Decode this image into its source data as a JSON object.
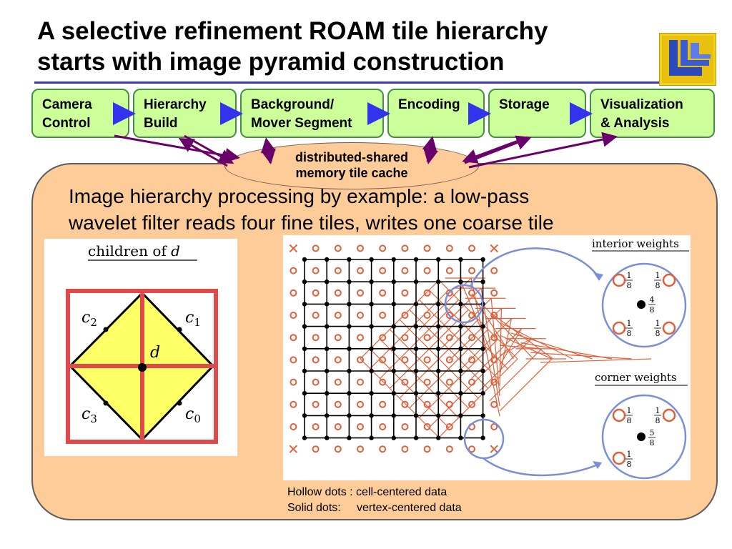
{
  "slide": {
    "title_line1": "A selective refinement ROAM tile hierarchy",
    "title_line2": "starts with image pyramid construction"
  },
  "pipeline": {
    "steps": [
      {
        "label": "Camera\nControl"
      },
      {
        "label": "Hierarchy\nBuild"
      },
      {
        "label": "Background/\nMover Segment"
      },
      {
        "label": "Encoding"
      },
      {
        "label": "Storage"
      },
      {
        "label": "Visualization\n& Analysis"
      }
    ],
    "cache_line1": "distributed-shared",
    "cache_line2": "memory tile cache"
  },
  "body": {
    "caption_line1": "Image hierarchy processing by example: a low-pass",
    "caption_line2": "wavelet filter reads four fine tiles, writes one coarse tile"
  },
  "children_figure": {
    "title": "children of ",
    "title_var": "d",
    "labels": {
      "c2": "c",
      "c1": "c",
      "c3": "c",
      "c0": "c",
      "d": "d"
    },
    "subscripts": {
      "c2": "2",
      "c1": "1",
      "c3": "3",
      "c0": "0"
    }
  },
  "grid_figure": {
    "interior_title": "interior weights",
    "corner_title": "corner weights",
    "interior_weights": {
      "tl": "1",
      "tr": "1",
      "center": "4",
      "bl": "1",
      "br": "1",
      "den": "8"
    },
    "corner_weights": {
      "tl": "1",
      "tr": "1",
      "center": "5",
      "bl": "1",
      "den": "8"
    }
  },
  "legend": {
    "hollow": "Hollow dots : cell-centered data",
    "solid": "Solid dots:     vertex-centered data"
  },
  "colors": {
    "title_rule": "#3a3aa8",
    "step_fill": "#ccff99",
    "step_border": "#448f44",
    "panel_fill": "#fdcc99",
    "flow_arrow": "#3333ee",
    "cache_arrow": "#6a006a",
    "quad_fill": "#ffff66",
    "quad_border": "#e04a4a",
    "hollow_dot": "#e0603a",
    "lens_stroke": "#7a8fd8"
  },
  "icons": [
    "llnl-logo",
    "arrow-right-icon"
  ]
}
